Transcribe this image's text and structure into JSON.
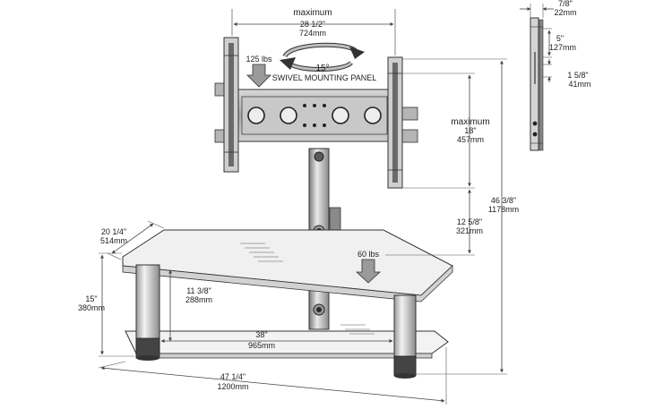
{
  "colors": {
    "line": "#2a2a2a",
    "dim": "#555555",
    "metal_light": "#e4e4e4",
    "metal_mid": "#b9b9b9",
    "metal_dark": "#6c6c6c",
    "glass": "#eeeeee",
    "arrow_fill": "#9a9a9a"
  },
  "panel": {
    "width_label": "maximum",
    "width_in": "28 1/2\"",
    "width_mm": "724mm",
    "swivel_deg": "15°",
    "swivel_caption": "SWIVEL MOUNTING PANEL",
    "load": "125 lbs"
  },
  "height_adjust": {
    "label": "maximum",
    "in": "18\"",
    "mm": "457mm"
  },
  "shelf_to_bracket": {
    "in": "12 5/8\"",
    "mm": "321mm"
  },
  "total_height": {
    "in": "46 3/8\"",
    "mm": "1178mm"
  },
  "depth": {
    "in": "20 1/4\"",
    "mm": "514mm"
  },
  "shelf_load": "60 lbs",
  "shelf_height": {
    "in": "15\"",
    "mm": "380mm"
  },
  "shelf_spacing": {
    "in": "11 3/8\"",
    "mm": "288mm"
  },
  "inner_width": {
    "in": "38\"",
    "mm": "965mm"
  },
  "total_width": {
    "in": "47 1/4\"",
    "mm": "1200mm"
  },
  "bracket_side": {
    "thickness_in": "7/8\"",
    "thickness_mm": "22mm",
    "slot_in": "5\"",
    "slot_mm": "127mm",
    "offset_in": "1 5/8\"",
    "offset_mm": "41mm"
  }
}
